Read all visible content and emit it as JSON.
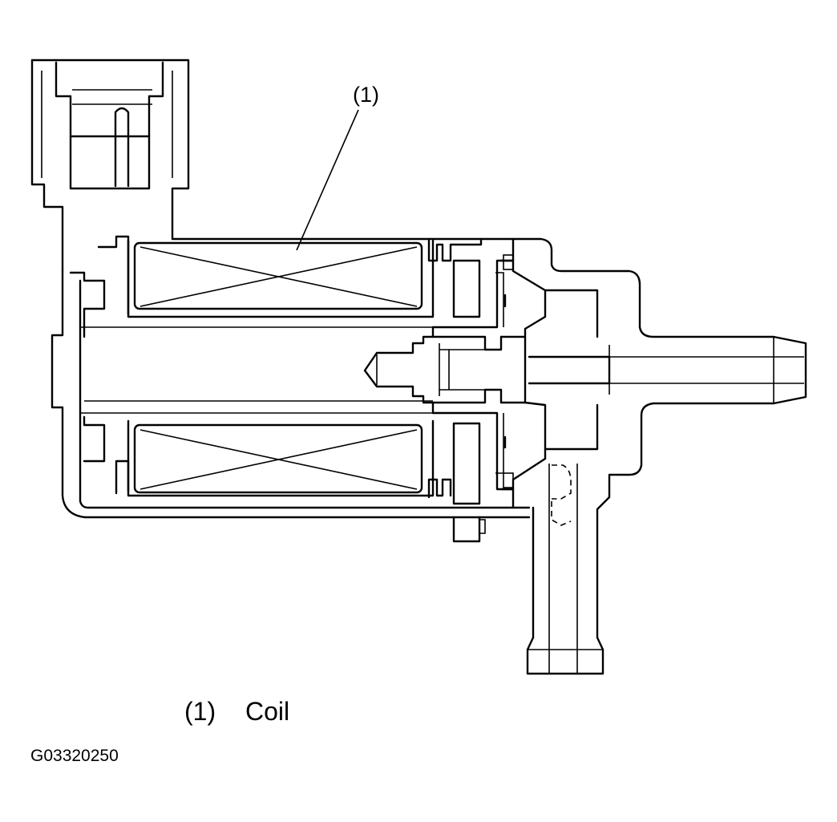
{
  "diagram": {
    "callout": "(1)",
    "legend": {
      "items": [
        {
          "number": "(1)",
          "label": "Coil"
        }
      ]
    },
    "figure_code": "G03320250"
  }
}
